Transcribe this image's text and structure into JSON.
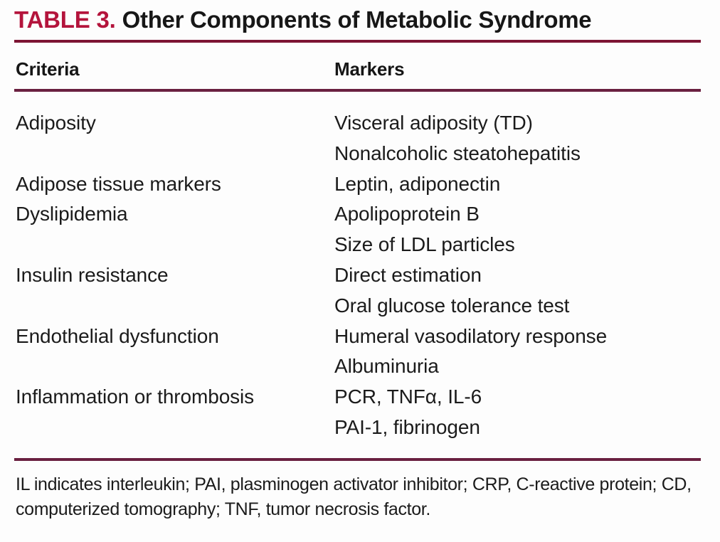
{
  "title": {
    "label": "TABLE 3.",
    "text": "Other Components of Metabolic Syndrome",
    "label_color": "#b4143c",
    "text_color": "#171717"
  },
  "rules": {
    "top_color": "#7c1433",
    "header_color": "#6a2040",
    "bottom_color": "#6a2040"
  },
  "columns": {
    "criteria_header": "Criteria",
    "markers_header": "Markers"
  },
  "rows": [
    {
      "criteria": "Adiposity",
      "markers": [
        "Visceral adiposity (TD)",
        "Nonalcoholic steatohepatitis"
      ]
    },
    {
      "criteria": "Adipose tissue markers",
      "markers": [
        "Leptin, adiponectin"
      ]
    },
    {
      "criteria": "Dyslipidemia",
      "markers": [
        "Apolipoprotein B",
        "Size of LDL particles"
      ]
    },
    {
      "criteria": "Insulin resistance",
      "markers": [
        "Direct estimation",
        "Oral glucose tolerance test"
      ]
    },
    {
      "criteria": "Endothelial dysfunction",
      "markers": [
        "Humeral vasodilatory response",
        "Albuminuria"
      ]
    },
    {
      "criteria": "Inflammation or thrombosis",
      "markers": [
        "PCR, TNFα, IL-6",
        "PAI-1, fibrinogen"
      ]
    }
  ],
  "footnote": "IL indicates interleukin; PAI, plasminogen activator inhibitor; CRP, C-reactive protein; CD, computerized tomography; TNF, tumor necrosis factor."
}
